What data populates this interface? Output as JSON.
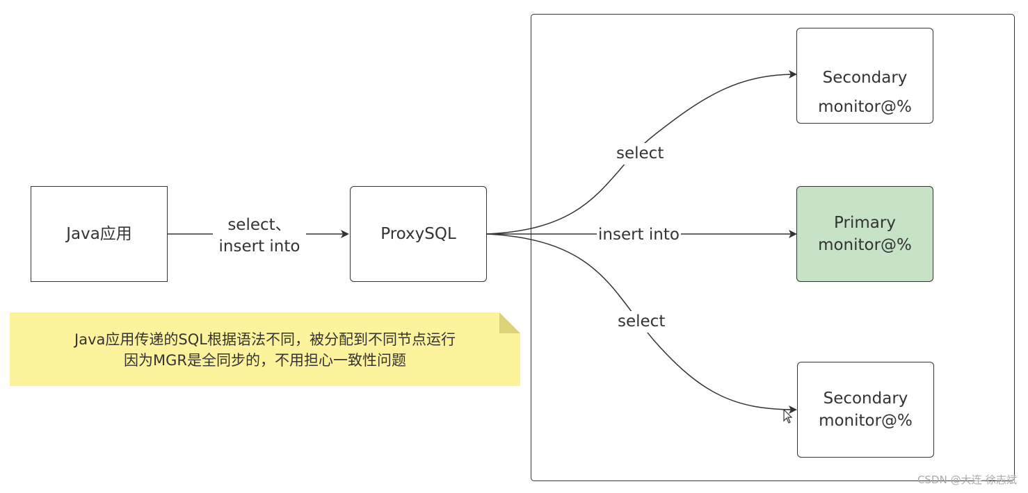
{
  "nodes": {
    "java_app": {
      "label": "Java应用"
    },
    "proxysql": {
      "label": "ProxySQL"
    },
    "secondary_top": {
      "line1": "Secondary",
      "line2": "monitor@%"
    },
    "primary": {
      "line1": "Primary",
      "line2": "monitor@%"
    },
    "secondary_bottom": {
      "line1": "Secondary",
      "line2": "monitor@%"
    }
  },
  "edges": {
    "java_to_proxy": {
      "line1": "select、",
      "line2": "insert into"
    },
    "proxy_to_secondary_top": {
      "label": "select"
    },
    "proxy_to_primary": {
      "label": "insert into"
    },
    "proxy_to_secondary_bottom": {
      "label": "select"
    }
  },
  "note": {
    "line1": "Java应用传递的SQL根据语法不同，被分配到不同节点运行",
    "line2": "因为MGR是全同步的，不用担心一致性问题"
  },
  "watermark": "CSDN @大连-徐志斌",
  "colors": {
    "primary_fill": "#c6e3c7",
    "note_fill": "#fcf39c",
    "note_fold": "#ddd27a",
    "stroke": "#333333"
  }
}
